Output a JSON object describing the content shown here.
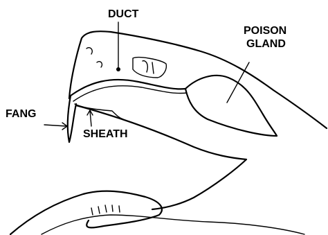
{
  "labels": {
    "duct": "DUCT",
    "poison_gland_line1": "POISON",
    "poison_gland_line2": "GLAND",
    "fang": "FANG",
    "sheath": "SHEATH"
  },
  "colors": {
    "ink": "#000000",
    "background": "#ffffff"
  }
}
